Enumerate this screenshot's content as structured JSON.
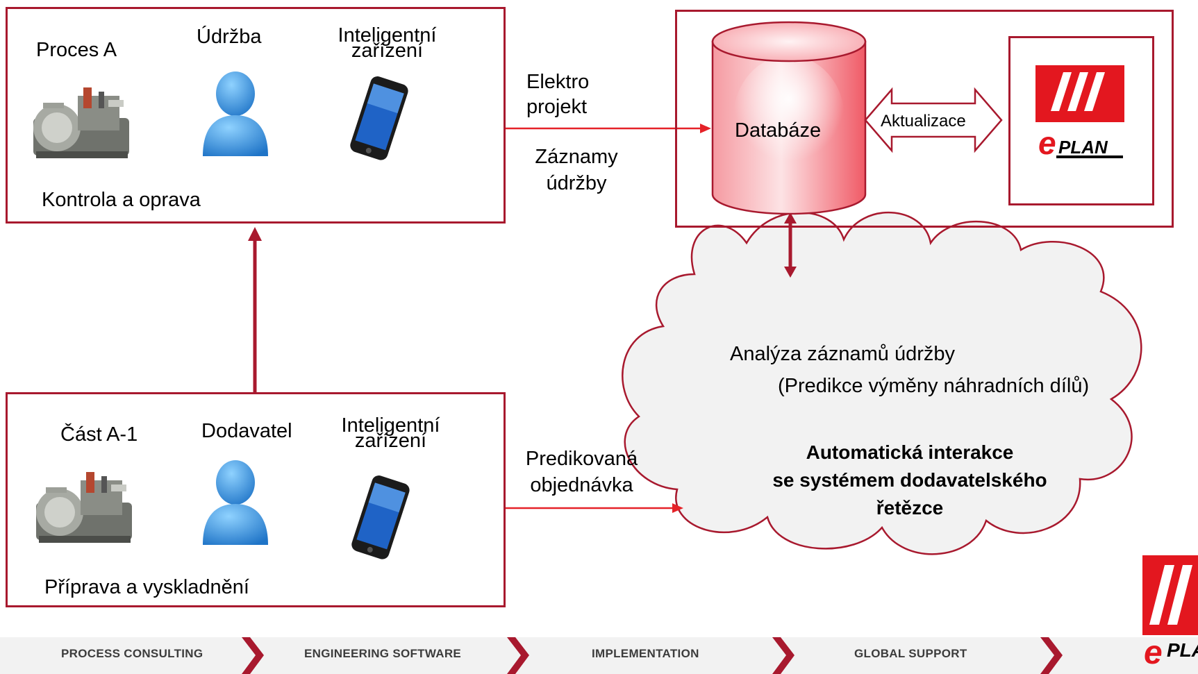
{
  "box_top_left": {
    "proces_label": "Proces A",
    "person_label": "Údržba",
    "device_label_line1": "Inteligentní",
    "device_label_line2": "zařízení",
    "bottom_label": "Kontrola a oprava"
  },
  "box_bottom_left": {
    "part_label": "Část A-1",
    "person_label": "Dodavatel",
    "device_label_line1": "Inteligentní",
    "device_label_line2": "zařízení",
    "bottom_label": "Příprava a vyskladnění"
  },
  "middle_labels": {
    "elektro_line1": "Elektro",
    "elektro_line2": "projekt",
    "zaznamy_line1": "Záznamy",
    "zaznamy_line2": "údržby",
    "predikovana_line1": "Predikovaná",
    "predikovana_line2": "objednávka"
  },
  "database_box": {
    "database_label": "Databáze",
    "update_label": "Aktualizace",
    "logo_text": "PLAN"
  },
  "cloud": {
    "line1": "Analýza záznamů údržby",
    "line2": "(Predikce výměny náhradních dílů)",
    "bold_line1": "Automatická interakce",
    "bold_line2": "se systémem dodavatelského",
    "bold_line3": "řetězce"
  },
  "footer": {
    "items": [
      "PROCESS CONSULTING",
      "ENGINEERING SOFTWARE",
      "IMPLEMENTATION",
      "GLOBAL SUPPORT"
    ],
    "logo_text": "PLAN"
  },
  "colors": {
    "brand_red": "#a8192e",
    "arrow_red": "#e52228",
    "db_fill_light": "#fde2e4",
    "db_fill_dark": "#f06a74",
    "cloud_fill": "#f2f2f2",
    "footer_bg": "#f2f2f2"
  }
}
